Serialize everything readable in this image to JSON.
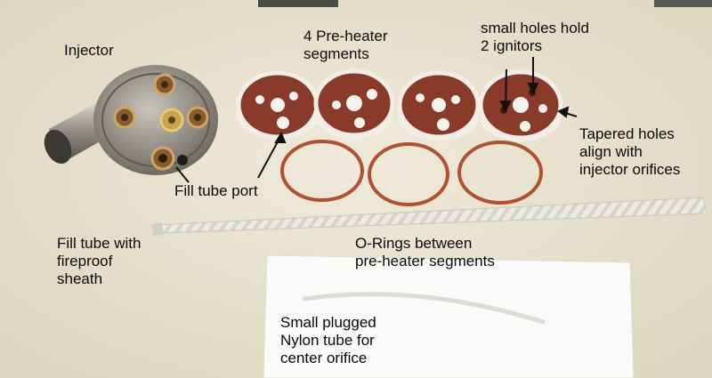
{
  "labels": {
    "injector": "Injector",
    "preheater": "4 Pre-heater\nsegments",
    "holes": "small holes hold\n2 ignitors",
    "tapered": "Tapered holes\nalign with\ninjector orifices",
    "fill_port": "Fill tube port",
    "fill_tube": "Fill tube with\nfireproof\nsheath",
    "orings": "O-Rings between\npre-heater segments",
    "nylon": "Small plugged\nNylon tube for\ncenter orifice"
  },
  "colors": {
    "cloth": "#e9e4cf",
    "ceramic": "#8a3a28",
    "ring_rim": "#f2ede6",
    "oring": "#b0522e",
    "paper": "#fafaf8",
    "sheath": "#e6e6de",
    "steel": "#9a9890"
  }
}
